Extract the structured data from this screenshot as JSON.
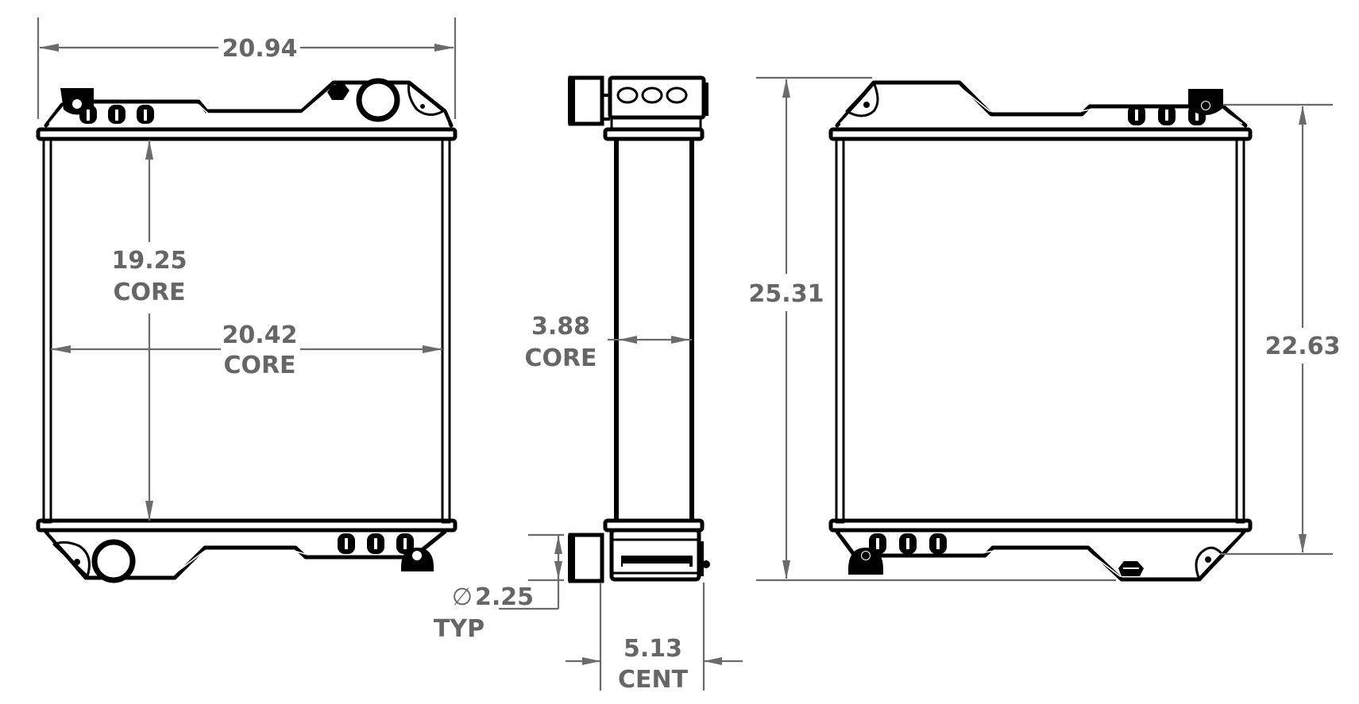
{
  "drawing": {
    "type": "radiator-dimension-drawing",
    "views": [
      "front-view",
      "side-view",
      "rear-view"
    ],
    "line_color": "#000000",
    "dimension_color": "#666666"
  },
  "dimensions": {
    "overall_width": {
      "value": "20.94"
    },
    "core_height": {
      "value": "19.25",
      "label": "CORE"
    },
    "core_width": {
      "value": "20.42",
      "label": "CORE"
    },
    "core_depth": {
      "value": "3.88",
      "label": "CORE"
    },
    "port_diameter": {
      "symbol": "∅",
      "value": "2.25",
      "label": "TYP"
    },
    "port_center_spacing": {
      "value": "5.13",
      "label": "CENT"
    },
    "overall_height": {
      "value": "25.31"
    },
    "mount_center_height": {
      "value": "22.63"
    }
  }
}
